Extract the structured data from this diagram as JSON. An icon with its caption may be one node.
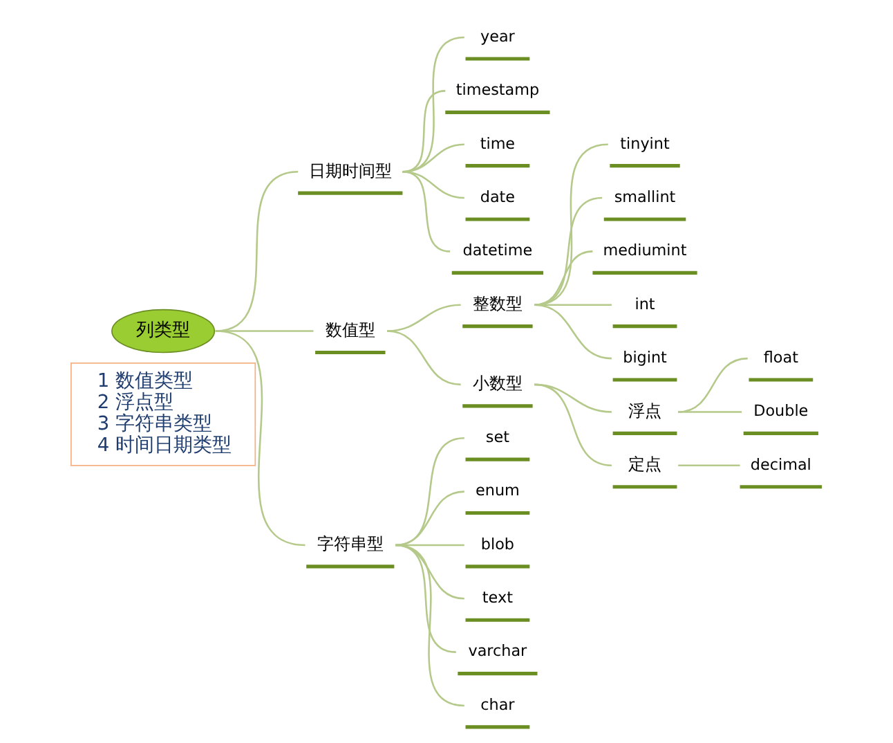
{
  "diagram": {
    "nodes": [
      {
        "text": [
          "1 数值类型",
          "2 浮点型",
          "3 字符串类型",
          "4 时间日期类型"
        ]
      },
      {
        "text": [
          "列类型"
        ]
      },
      {
        "text": [
          "日期时间型"
        ]
      },
      {
        "text": [
          "year"
        ]
      },
      {
        "text": [
          "timestamp"
        ]
      },
      {
        "text": [
          "time"
        ]
      },
      {
        "text": [
          "date"
        ]
      },
      {
        "text": [
          "datetime"
        ]
      },
      {
        "text": [
          "数值型"
        ]
      },
      {
        "text": [
          "整数型"
        ]
      },
      {
        "text": [
          "tinyint"
        ]
      },
      {
        "text": [
          "smallint"
        ]
      },
      {
        "text": [
          "mediumint"
        ]
      },
      {
        "text": [
          "int"
        ]
      },
      {
        "text": [
          "bigint"
        ]
      },
      {
        "text": [
          "小数型"
        ]
      },
      {
        "text": [
          "浮点"
        ]
      },
      {
        "text": [
          "float"
        ]
      },
      {
        "text": [
          "Double"
        ]
      },
      {
        "text": [
          "定点"
        ]
      },
      {
        "text": [
          "decimal"
        ]
      },
      {
        "text": [
          "字符串型"
        ]
      },
      {
        "text": [
          "set"
        ]
      },
      {
        "text": [
          "enum"
        ]
      },
      {
        "text": [
          "blob"
        ]
      },
      {
        "text": [
          "text"
        ]
      },
      {
        "text": [
          "varchar"
        ]
      },
      {
        "text": [
          "char"
        ]
      }
    ],
    "edges": [
      {
        "from": 1,
        "to": 2,
        "arrow": "none"
      },
      {
        "from": 2,
        "to": 3,
        "arrow": "none"
      },
      {
        "from": 2,
        "to": 4,
        "arrow": "none"
      },
      {
        "from": 2,
        "to": 5,
        "arrow": "none"
      },
      {
        "from": 2,
        "to": 6,
        "arrow": "none"
      },
      {
        "from": 2,
        "to": 7,
        "arrow": "none"
      },
      {
        "from": 1,
        "to": 8,
        "arrow": "none"
      },
      {
        "from": 8,
        "to": 9,
        "arrow": "none"
      },
      {
        "from": 9,
        "to": 10,
        "arrow": "none"
      },
      {
        "from": 9,
        "to": 11,
        "arrow": "none"
      },
      {
        "from": 9,
        "to": 12,
        "arrow": "none"
      },
      {
        "from": 9,
        "to": 13,
        "arrow": "none"
      },
      {
        "from": 9,
        "to": 14,
        "arrow": "none"
      },
      {
        "from": 8,
        "to": 15,
        "arrow": "none"
      },
      {
        "from": 15,
        "to": 16,
        "arrow": "none"
      },
      {
        "from": 16,
        "to": 17,
        "arrow": "none"
      },
      {
        "from": 16,
        "to": 18,
        "arrow": "none"
      },
      {
        "from": 15,
        "to": 19,
        "arrow": "none"
      },
      {
        "from": 19,
        "to": 20,
        "arrow": "none"
      },
      {
        "from": 1,
        "to": 21,
        "arrow": "none"
      },
      {
        "from": 21,
        "to": 22,
        "arrow": "none"
      },
      {
        "from": 21,
        "to": 23,
        "arrow": "none"
      },
      {
        "from": 21,
        "to": 24,
        "arrow": "none"
      },
      {
        "from": 21,
        "to": 25,
        "arrow": "none"
      },
      {
        "from": 21,
        "to": 26,
        "arrow": "none"
      },
      {
        "from": 21,
        "to": 27,
        "arrow": "none"
      }
    ]
  }
}
